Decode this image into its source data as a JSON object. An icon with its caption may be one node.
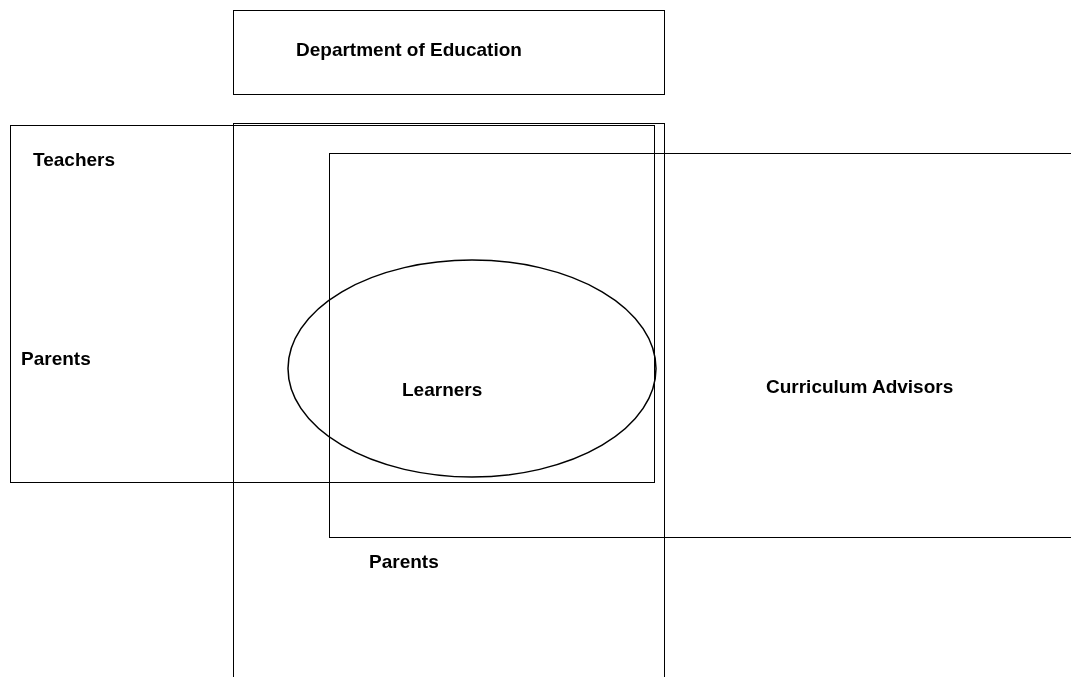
{
  "diagram": {
    "nodes": [
      {
        "text": [
          "Department of Education"
        ]
      },
      {
        "text": [
          "Teachers",
          "Parents"
        ]
      },
      {
        "text": [
          "Parents"
        ]
      },
      {
        "text": [
          "Curriculum Advisors"
        ]
      },
      {
        "text": [
          "Learners"
        ]
      }
    ]
  }
}
